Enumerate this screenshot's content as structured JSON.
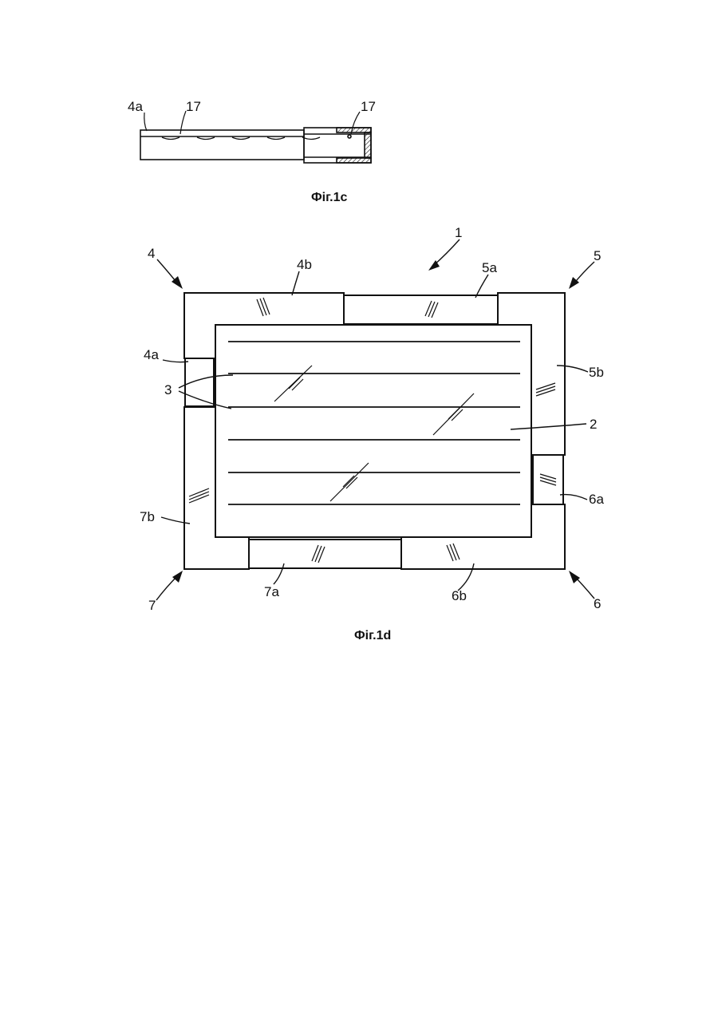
{
  "fig1c": {
    "caption": "Фіг.1c",
    "labels": {
      "part_4a": "4a",
      "ref_17_left": "17",
      "ref_17_right": "17"
    }
  },
  "fig1d": {
    "caption": "Фіг.1d",
    "labels": {
      "assembly": "1",
      "panel": "2",
      "strips": "3",
      "corner_4": "4",
      "corner_5": "5",
      "corner_6": "6",
      "corner_7": "7",
      "p4a": "4a",
      "p4b": "4b",
      "p5a": "5a",
      "p5b": "5b",
      "p6a": "6a",
      "p6b": "6b",
      "p7a": "7a",
      "p7b": "7b"
    }
  }
}
